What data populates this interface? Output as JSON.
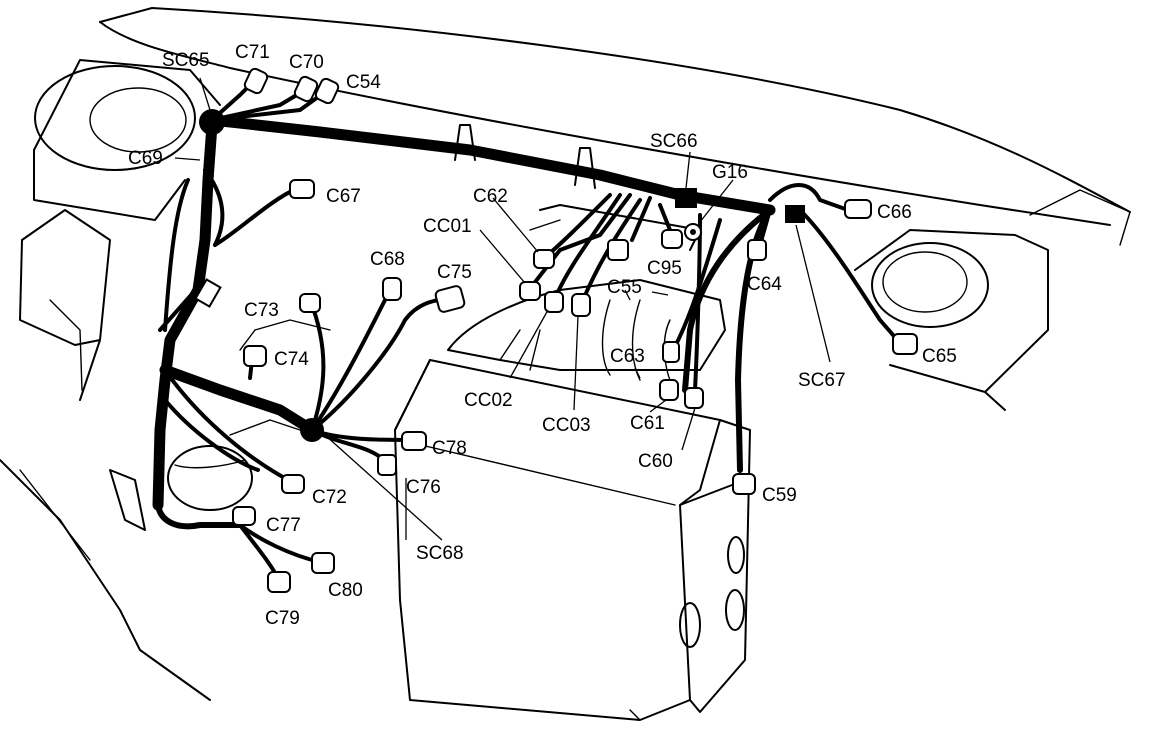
{
  "diagram": {
    "labels": {
      "sc65": "SC65",
      "c71": "C71",
      "c70": "C70",
      "c54": "C54",
      "c69": "C69",
      "c67": "C67",
      "sc66": "SC66",
      "g16": "G16",
      "c66": "C66",
      "c62": "C62",
      "cc01": "CC01",
      "c95": "C95",
      "c64": "C64",
      "c68": "C68",
      "c75": "C75",
      "c55": "C55",
      "c73": "C73",
      "c74": "C74",
      "c63": "C63",
      "c65": "C65",
      "sc67": "SC67",
      "cc02": "CC02",
      "cc03": "CC03",
      "c61": "C61",
      "c78": "C78",
      "c60": "C60",
      "c72": "C72",
      "c76": "C76",
      "c59": "C59",
      "c77": "C77",
      "sc68": "SC68",
      "c80": "C80",
      "c79": "C79"
    }
  }
}
